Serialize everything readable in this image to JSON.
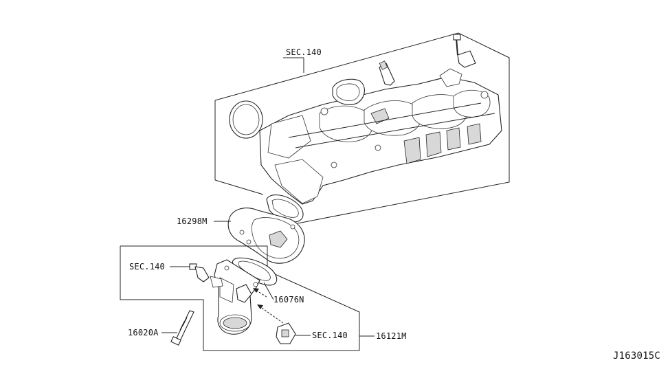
{
  "diagram": {
    "drawing_code": "J163015C",
    "labels": {
      "sec140_manifold": "SEC.140",
      "gasket_16298M": "16298M",
      "sec140_sensor": "SEC.140",
      "gasket_16076N": "16076N",
      "bolt_16020A": "16020A",
      "sec140_lower": "SEC.140",
      "throttle_16121M": "16121M"
    }
  }
}
